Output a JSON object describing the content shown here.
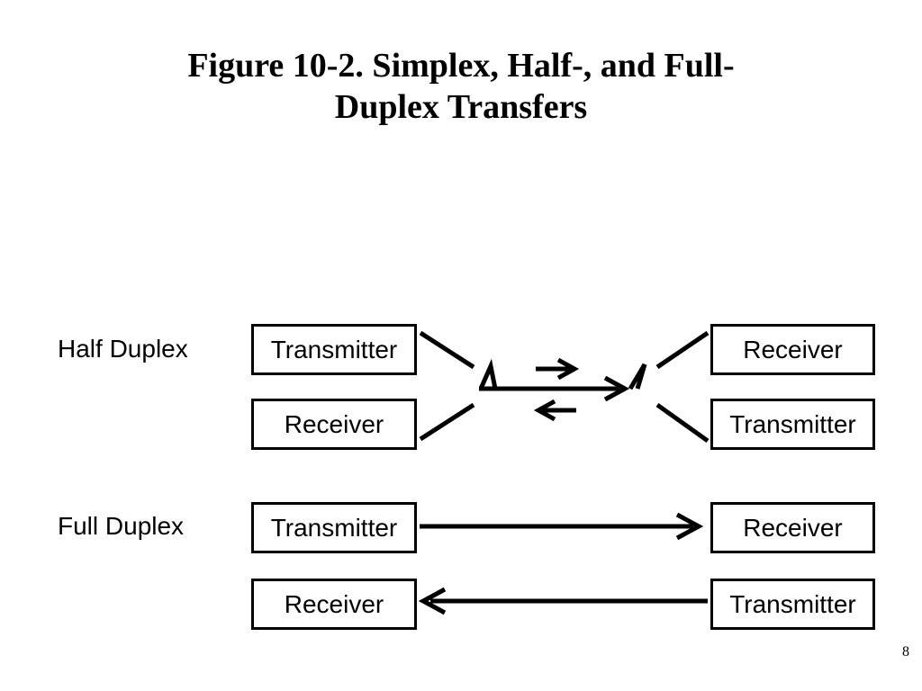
{
  "title": {
    "line1": "Figure 10-2. Simplex, Half-, and Full-",
    "line2": "Duplex Transfers"
  },
  "half_duplex": {
    "label": "Half Duplex",
    "left_top": "Transmitter",
    "left_bottom": "Receiver",
    "right_top": "Receiver",
    "right_bottom": "Transmitter"
  },
  "full_duplex": {
    "label": "Full Duplex",
    "left_top": "Transmitter",
    "left_bottom": "Receiver",
    "right_top": "Receiver",
    "right_bottom": "Transmitter"
  },
  "page_number": "8",
  "colors": {
    "stroke": "#000000",
    "background": "#ffffff"
  }
}
